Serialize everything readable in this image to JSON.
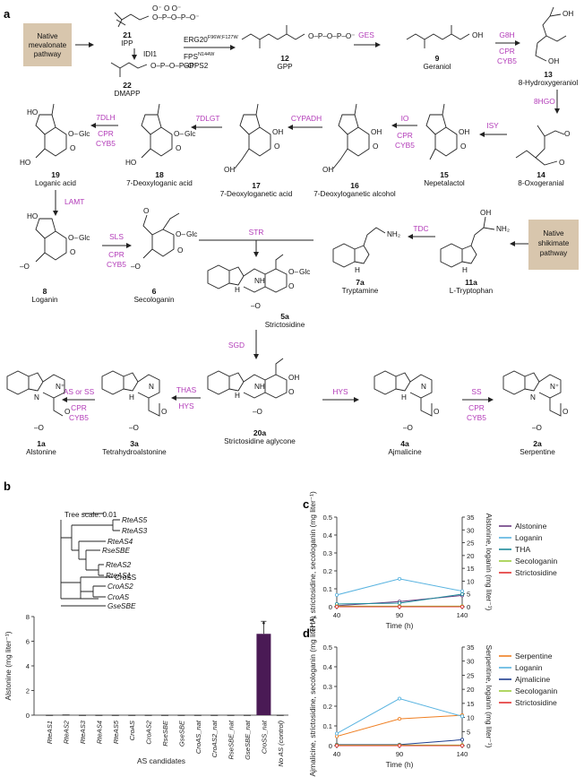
{
  "panels": {
    "a": "a",
    "b": "b",
    "c": "c",
    "d": "d"
  },
  "pathway": {
    "native_mevalonate": [
      "Native",
      "mevalonate",
      "pathway"
    ],
    "native_shikimate": [
      "Native",
      "shikimate",
      "pathway"
    ],
    "box_color": "#d8c6ad",
    "enzyme_color": "#b23ab8",
    "compounds": [
      {
        "num": "21",
        "name": "IPP"
      },
      {
        "num": "22",
        "name": "DMAPP"
      },
      {
        "num": "12",
        "name": "GPP"
      },
      {
        "num": "9",
        "name": "Geraniol"
      },
      {
        "num": "13",
        "name": "8-Hydroxygeraniol"
      },
      {
        "num": "14",
        "name": "8-Oxogeranial"
      },
      {
        "num": "15",
        "name": "Nepetalactol"
      },
      {
        "num": "16",
        "name": "7-Deoxyloganetic alcohol"
      },
      {
        "num": "17",
        "name": "7-Deoxyloganetic acid"
      },
      {
        "num": "18",
        "name": "7-Deoxyloganic acid"
      },
      {
        "num": "19",
        "name": "Loganic acid"
      },
      {
        "num": "8",
        "name": "Loganin"
      },
      {
        "num": "6",
        "name": "Secologanin"
      },
      {
        "num": "5a",
        "name": "Strictosidine"
      },
      {
        "num": "7a",
        "name": "Tryptamine"
      },
      {
        "num": "11a",
        "name": "L-Tryptophan"
      },
      {
        "num": "1a",
        "name": "Alstonine"
      },
      {
        "num": "3a",
        "name": "Tetrahydroalstonine"
      },
      {
        "num": "20a",
        "name": "Strictosidine aglycone"
      },
      {
        "num": "4a",
        "name": "Ajmalicine"
      },
      {
        "num": "2a",
        "name": "Serpentine"
      }
    ],
    "enzymes": {
      "idi1": "IDI1",
      "erg20": "ERG20",
      "erg20_sup": "F96W;F127W",
      "fps": "FPS",
      "fps_sup": "N144W",
      "gpps2": "GPPS2",
      "ges": "GES",
      "g8h": [
        "G8H",
        "CPR",
        "CYB5"
      ],
      "8hgo": "8HGO",
      "isy": "ISY",
      "io": [
        "IO",
        "CPR",
        "CYB5"
      ],
      "cypadh": "CYPADH",
      "7dlgt": "7DLGT",
      "7dlh": [
        "7DLH",
        "CPR",
        "CYB5"
      ],
      "lamt": "LAMT",
      "sls": [
        "SLS",
        "CPR",
        "CYB5"
      ],
      "str": "STR",
      "tdc": "TDC",
      "sgd": "SGD",
      "as_ss": [
        "AS or SS",
        "CPR",
        "CYB5"
      ],
      "thas": [
        "THAS",
        "HYS"
      ],
      "hys": "HYS",
      "ss": [
        "SS",
        "CPR",
        "CYB5"
      ]
    },
    "glc": "Glc"
  },
  "tree": {
    "scale_label": "Tree scale: 0.01",
    "leaves": [
      "RteAS5",
      "RteAS3",
      "RteAS4",
      "RseSBE",
      "RteAS2",
      "RteAS1",
      "CroSS",
      "CroAS2",
      "CroAS",
      "GseSBE"
    ]
  },
  "chart_data": [
    {
      "id": "b",
      "type": "bar",
      "categories": [
        "RteAS1",
        "RteAS2",
        "RteAS3",
        "RteAS4",
        "RteAS5",
        "CroAS",
        "CroAS2",
        "RseSBE",
        "GseSBE",
        "CroAS_nat",
        "CroAS2_nat",
        "RseSBE_nat",
        "GseSBE_nat",
        "CroSS_nat",
        "No AS (control)"
      ],
      "values": [
        0.02,
        0.05,
        0.02,
        0.02,
        0.02,
        0.02,
        0.02,
        0.02,
        0.02,
        0.02,
        0.02,
        0.02,
        0.02,
        6.6,
        0.02
      ],
      "highlight_color": "#4a1a55",
      "ylabel": "Alstonine (mg liter⁻¹)",
      "xlabel": "AS candidates",
      "ylim": [
        0,
        8
      ],
      "yticks": [
        0,
        2,
        4,
        6,
        8
      ]
    },
    {
      "id": "c",
      "type": "line",
      "x": [
        40,
        90,
        140
      ],
      "xlabel": "Time (h)",
      "ylabel_left": "THA, strictosidine, secologanin (mg liter⁻¹)",
      "ylabel_right": "Alstonine, loganin (mg liter⁻¹)",
      "ylim_left": [
        0,
        0.5
      ],
      "ylim_right": [
        0,
        35
      ],
      "yticks_left": [
        0,
        0.1,
        0.2,
        0.3,
        0.4,
        0.5
      ],
      "yticks_right": [
        0,
        5,
        10,
        15,
        20,
        25,
        30,
        35
      ],
      "series": [
        {
          "name": "Alstonine",
          "axis": "right",
          "color": "#6a3a80",
          "values": [
            0.4,
            2.0,
            4.4
          ]
        },
        {
          "name": "Loganin",
          "axis": "right",
          "color": "#58b3e0",
          "values": [
            4.6,
            10.9,
            6.1
          ]
        },
        {
          "name": "THA",
          "axis": "left",
          "color": "#1c8a9a",
          "values": [
            0.015,
            0.02,
            0.07
          ]
        },
        {
          "name": "Secologanin",
          "axis": "left",
          "color": "#9ccc3c",
          "values": [
            0.003,
            0.003,
            0.003
          ]
        },
        {
          "name": "Strictosidine",
          "axis": "left",
          "color": "#e23030",
          "values": [
            0.0,
            0.0,
            0.0
          ]
        }
      ]
    },
    {
      "id": "d",
      "type": "line",
      "x": [
        40,
        90,
        140
      ],
      "xlabel": "Time (h)",
      "ylabel_left": "Ajmalicine, strictosidine, secologanin (mg liter⁻¹)",
      "ylabel_right": "Serpentine, loganin (mg liter⁻¹)",
      "ylim_left": [
        0,
        0.5
      ],
      "ylim_right": [
        0,
        35
      ],
      "yticks_left": [
        0,
        0.1,
        0.2,
        0.3,
        0.4,
        0.5
      ],
      "yticks_right": [
        0,
        5,
        10,
        15,
        20,
        25,
        30,
        35
      ],
      "series": [
        {
          "name": "Serpentine",
          "axis": "right",
          "color": "#ef7f22",
          "values": [
            3.3,
            9.5,
            10.8
          ]
        },
        {
          "name": "Loganin",
          "axis": "right",
          "color": "#58b3e0",
          "values": [
            4.3,
            16.7,
            10.4
          ]
        },
        {
          "name": "Ajmalicine",
          "axis": "left",
          "color": "#1f3e8f",
          "values": [
            0.005,
            0.005,
            0.03
          ]
        },
        {
          "name": "Secologanin",
          "axis": "left",
          "color": "#9ccc3c",
          "values": [
            0.003,
            0.003,
            0.003
          ]
        },
        {
          "name": "Strictosidine",
          "axis": "left",
          "color": "#e23030",
          "values": [
            0.0,
            0.0,
            0.0
          ]
        }
      ]
    }
  ]
}
